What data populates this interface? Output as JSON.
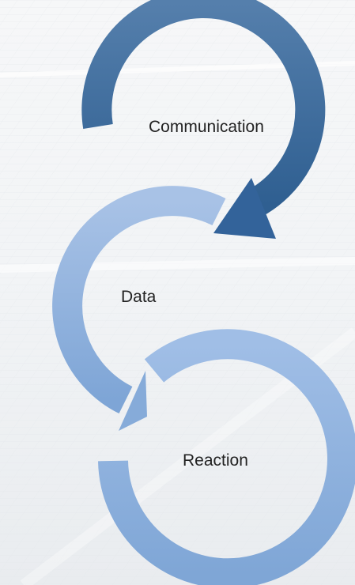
{
  "colors": {
    "communication_arrow": "#41709f",
    "data_arrow": "#8fb1dc",
    "reaction_arrow": "#8fb1dc",
    "background": "#f3f5f7"
  },
  "steps": [
    {
      "label": "Communication"
    },
    {
      "label": "Data"
    },
    {
      "label": "Reaction"
    }
  ]
}
